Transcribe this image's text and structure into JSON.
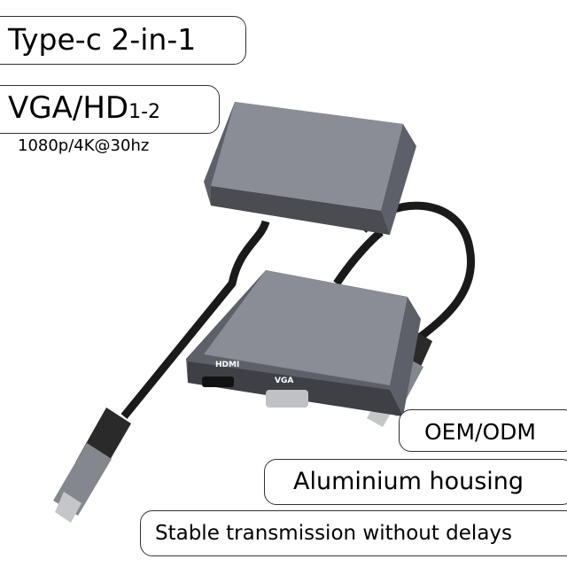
{
  "badges": {
    "type_c": "Type-c 2-in-1",
    "vga_hd_main": "VGA/HD",
    "vga_hd_suffix": "1-2",
    "resolution": "1080p/4K@30hz",
    "oem": "OEM/ODM",
    "housing": "Aluminium housing",
    "stable": "Stable transmission without delays"
  },
  "product": {
    "port_labels": {
      "hdmi": "HDMI",
      "vga": "VGA"
    },
    "colors": {
      "housing": "#6b6e76",
      "cable": "#1a1a1a",
      "connector": "#7c7f86"
    }
  }
}
